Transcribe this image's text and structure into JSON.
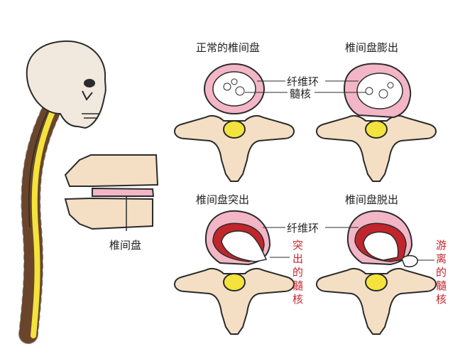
{
  "panels": {
    "normal": {
      "title": "正常的椎间盘"
    },
    "bulge": {
      "title": "椎间盘膨出"
    },
    "protrusion": {
      "title": "椎间盘突出"
    },
    "extrusion": {
      "title": "椎间盘脱出"
    }
  },
  "labels": {
    "annulus_top": "纤维环",
    "nucleus": "髓核",
    "annulus_bottom": "纤维环",
    "disc": "椎间盘",
    "protruded_nucleus": [
      "突",
      "出",
      "的",
      "髓",
      "核"
    ],
    "free_nucleus": [
      "游",
      "离",
      "的",
      "髓",
      "核"
    ]
  },
  "colors": {
    "bone": "#f4dfc4",
    "bone_outline": "#2b2b2b",
    "annulus": "#f3b6c6",
    "annulus_dark": "#c0262c",
    "cord": "#f3e33c",
    "spine_rust": "#b5642c",
    "skull": "#f1e8de"
  }
}
